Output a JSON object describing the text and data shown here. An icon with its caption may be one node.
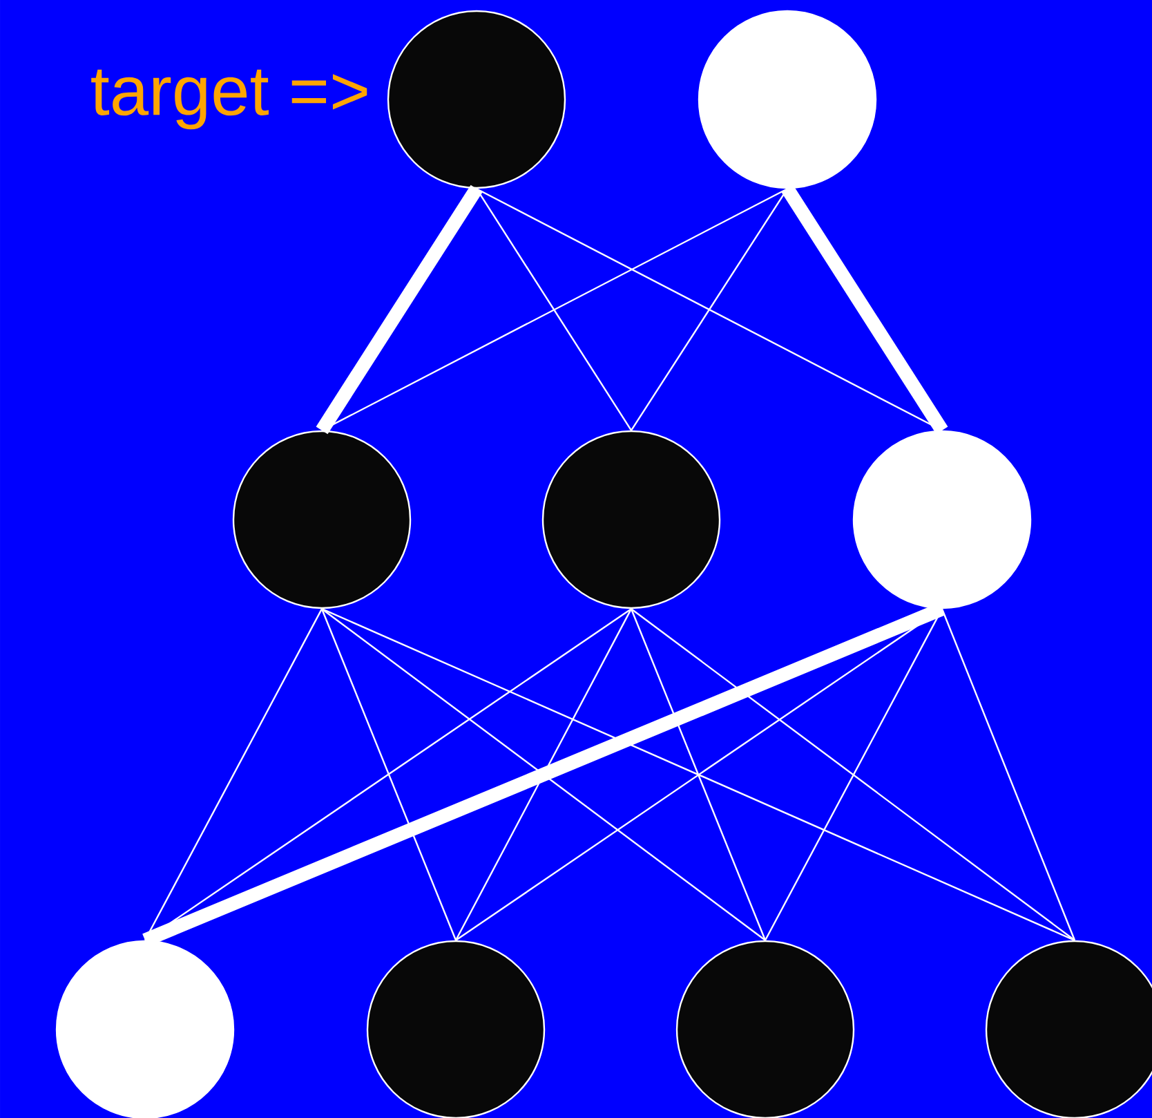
{
  "diagram": {
    "nodes": [
      {
        "text": [],
        "shape": "circle",
        "beside": [
          "target =>"
        ]
      },
      {
        "text": [],
        "shape": "circle"
      },
      {
        "text": [],
        "shape": "circle"
      },
      {
        "text": [],
        "shape": "circle"
      },
      {
        "text": [],
        "shape": "circle"
      },
      {
        "text": [],
        "shape": "circle"
      },
      {
        "text": [],
        "shape": "circle"
      },
      {
        "text": [],
        "shape": "circle"
      },
      {
        "text": [],
        "shape": "circle"
      }
    ],
    "edges": [
      {
        "from": 0,
        "to": 2,
        "arrow": "none",
        "style": "thick"
      },
      {
        "from": 0,
        "to": 3,
        "arrow": "none"
      },
      {
        "from": 0,
        "to": 4,
        "arrow": "none"
      },
      {
        "from": 1,
        "to": 2,
        "arrow": "none"
      },
      {
        "from": 1,
        "to": 3,
        "arrow": "none"
      },
      {
        "from": 1,
        "to": 4,
        "arrow": "none",
        "style": "thick"
      },
      {
        "from": 2,
        "to": 5,
        "arrow": "none"
      },
      {
        "from": 2,
        "to": 6,
        "arrow": "none"
      },
      {
        "from": 2,
        "to": 7,
        "arrow": "none"
      },
      {
        "from": 2,
        "to": 8,
        "arrow": "none"
      },
      {
        "from": 3,
        "to": 5,
        "arrow": "none"
      },
      {
        "from": 3,
        "to": 6,
        "arrow": "none"
      },
      {
        "from": 3,
        "to": 7,
        "arrow": "none"
      },
      {
        "from": 3,
        "to": 8,
        "arrow": "none"
      },
      {
        "from": 4,
        "to": 5,
        "arrow": "none",
        "style": "thick"
      },
      {
        "from": 4,
        "to": 6,
        "arrow": "none"
      },
      {
        "from": 4,
        "to": 7,
        "arrow": "none"
      },
      {
        "from": 4,
        "to": 8,
        "arrow": "none"
      }
    ]
  }
}
